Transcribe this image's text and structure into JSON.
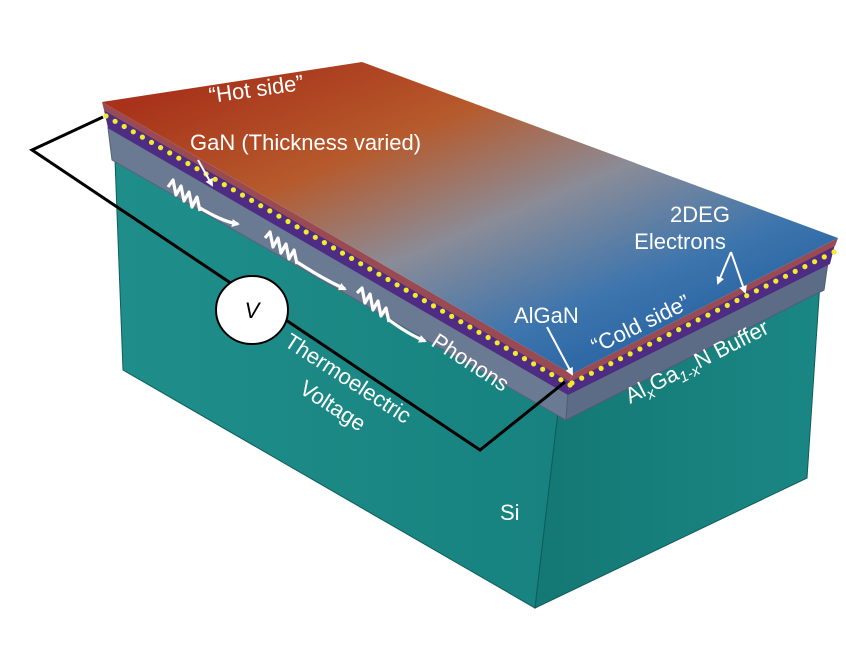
{
  "labels": {
    "hot_side": "“Hot side”",
    "gan": "GaN (Thickness varied)",
    "two_deg_line1": "2DEG",
    "two_deg_line2": "Electrons",
    "algan": "AlGaN",
    "cold_side": "“Cold side”",
    "buffer_pre": "Al",
    "buffer_sub1": "x",
    "buffer_mid": "Ga",
    "buffer_sub2": "1-x",
    "buffer_post": "N Buffer",
    "phonons": "Phonons",
    "thermo_line1": "Thermoelectric",
    "thermo_line2": "Voltage",
    "voltmeter": "V",
    "substrate": "Si"
  },
  "colors": {
    "hot": "#a3341c",
    "mid": "#7f92a8",
    "cold": "#1f5c9e",
    "substrate_front": "#1e8a88",
    "substrate_side": "#18807e",
    "algan_layer": "#5a2f8a",
    "gan_layer": "#6a7aa0",
    "electron_dot": "#f2ea2a",
    "wire": "#000000"
  }
}
